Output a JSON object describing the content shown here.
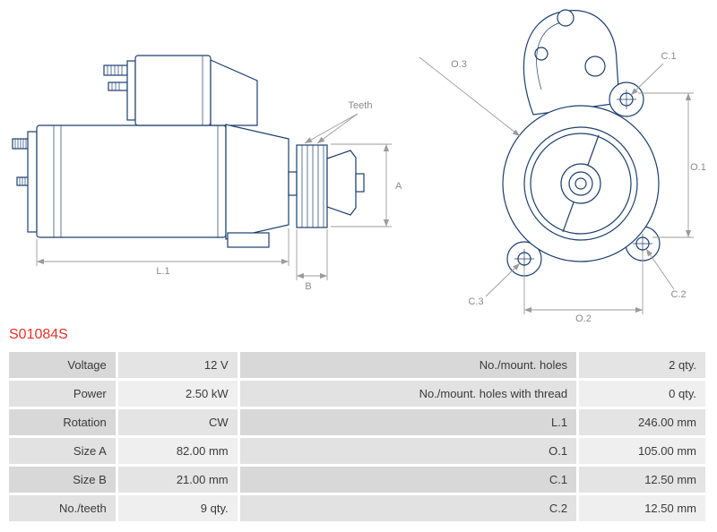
{
  "part_number": "S01084S",
  "colors": {
    "part_number": "#e8322d",
    "drawing_line": "#1c3f6e",
    "dimension_line": "#9b9b9b",
    "table_label_dark": "#d8d8d8",
    "table_value_dark": "#e4e4e4",
    "table_label_light": "#e2e2e2",
    "table_value_light": "#efefef"
  },
  "diagram": {
    "labels": {
      "teeth": "Teeth",
      "a": "A",
      "b": "B",
      "l1": "L.1",
      "o1": "O.1",
      "o2": "O.2",
      "o3": "O.3",
      "c1": "C.1",
      "c2": "C.2",
      "c3": "C.3"
    }
  },
  "spec_table": {
    "rows": [
      {
        "label_left": "Voltage",
        "value_left": "12 V",
        "label_right": "No./mount. holes",
        "value_right": "2 qty."
      },
      {
        "label_left": "Power",
        "value_left": "2.50 kW",
        "label_right": "No./mount. holes with thread",
        "value_right": "0 qty."
      },
      {
        "label_left": "Rotation",
        "value_left": "CW",
        "label_right": "L.1",
        "value_right": "246.00 mm"
      },
      {
        "label_left": "Size A",
        "value_left": "82.00 mm",
        "label_right": "O.1",
        "value_right": "105.00 mm"
      },
      {
        "label_left": "Size B",
        "value_left": "21.00 mm",
        "label_right": "C.1",
        "value_right": "12.50 mm"
      },
      {
        "label_left": "No./teeth",
        "value_left": "9 qty.",
        "label_right": "C.2",
        "value_right": "12.50 mm"
      }
    ]
  }
}
